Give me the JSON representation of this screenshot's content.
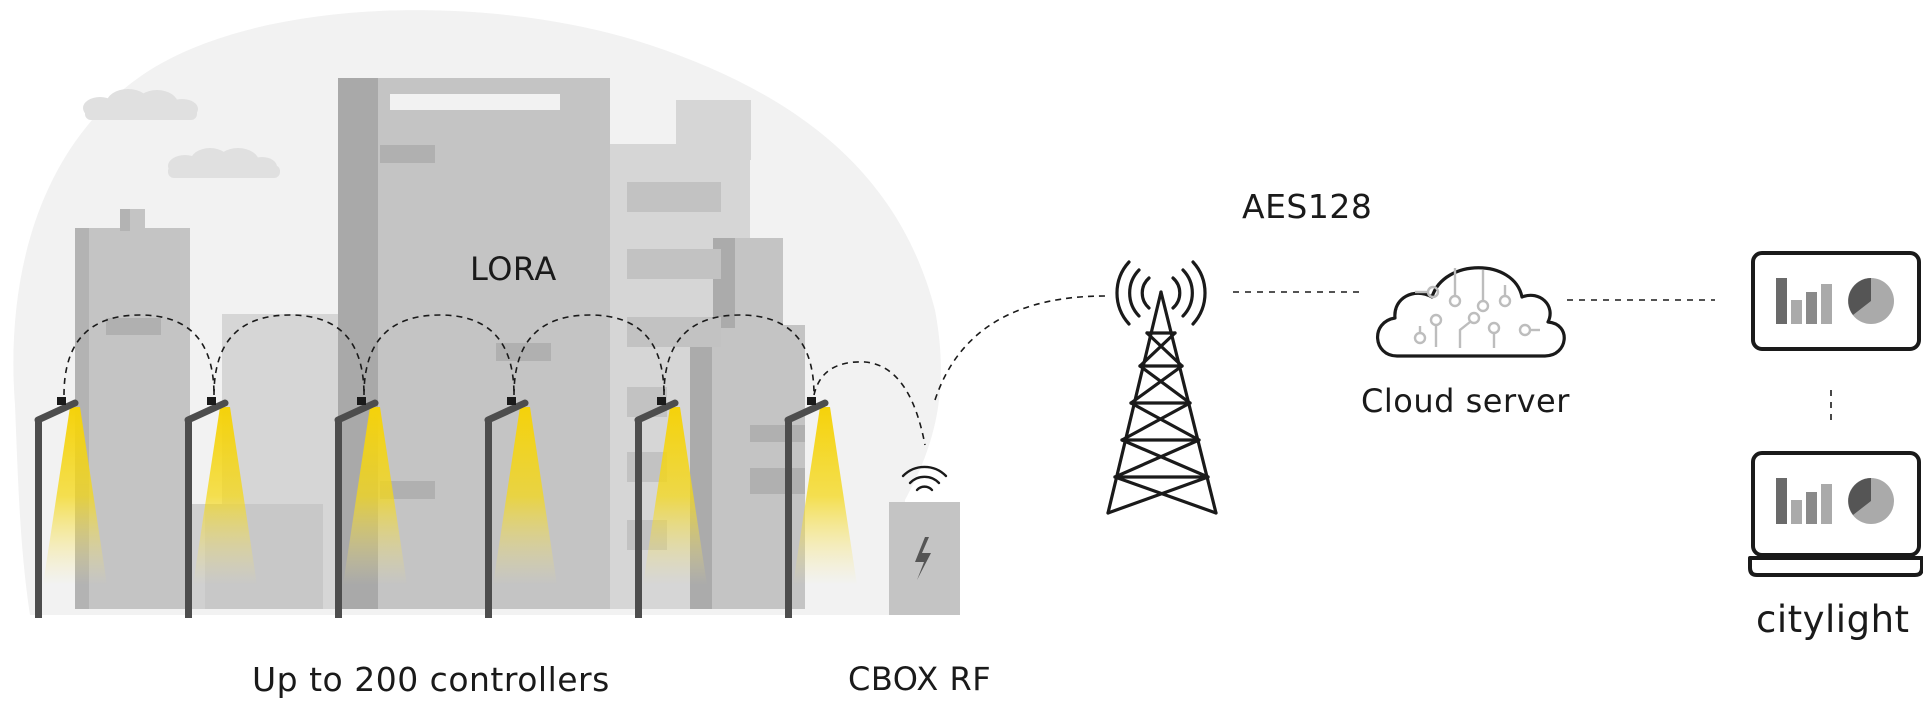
{
  "labels": {
    "lora": "LORA",
    "aes": "AES128",
    "cloud": "Cloud server",
    "controllers": "Up to 200 controllers",
    "cbox": "CBOX RF",
    "brand": "citylight"
  },
  "colors": {
    "light": "#f5d20a",
    "building": "#c4c4c4",
    "building_light": "#d6d6d6",
    "building_dark": "#a9a9a9",
    "window": "#b0b0b0",
    "sky": "#f2f2f2",
    "cloud_puff": "#e0e0e0",
    "pole": "#4d4d4d",
    "ink": "#1a1a1a"
  },
  "icons": [
    "lightning-icon",
    "wifi-icon",
    "antenna-tower-icon",
    "circuit-cloud-icon",
    "monitor-dashboard-icon",
    "laptop-dashboard-icon"
  ]
}
